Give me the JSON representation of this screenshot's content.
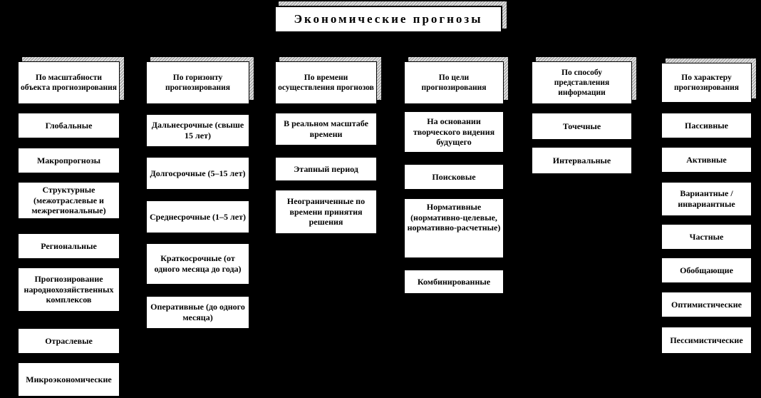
{
  "title": "Экономические прогнозы",
  "columns": [
    {
      "header": "По масштабности объекта прогнозирования",
      "items": [
        "Глобальные",
        "Макропрогнозы",
        "Структурные (межотраслевые и межрегиональные)",
        "Региональные",
        "Прогнозирование народнохозяйственных комплексов",
        "Отраслевые",
        "Микроэкономические"
      ]
    },
    {
      "header": "По горизонту прогнозирования",
      "items": [
        "Дальнесрочные (свыше 15 лет)",
        "Долгосрочные (5–15 лет)",
        "Среднесрочные (1–5 лет)",
        "Краткосрочные (от одного месяца до года)",
        "Оперативные (до одного месяца)"
      ]
    },
    {
      "header": "По времени осуществления прогнозов",
      "items": [
        "В реальном масштабе времени",
        "Этапный период",
        "Неограниченные по времени принятия решения"
      ]
    },
    {
      "header": "По цели прогнозирования",
      "items": [
        "На основании творческого видения будущего",
        "Поисковые",
        "Нормативные (нормативно-целевые, нормативно-расчетные)",
        "Комбинированные"
      ]
    },
    {
      "header": "По способу представления информации",
      "items": [
        "Точечные",
        "Интервальные"
      ]
    },
    {
      "header": "По характеру прогнозирования",
      "items": [
        "Пассивные",
        "Активные",
        "Вариантные /инвариантные",
        "Частные",
        "Обобщающие",
        "Оптимистические",
        "Пессимистические"
      ]
    }
  ]
}
